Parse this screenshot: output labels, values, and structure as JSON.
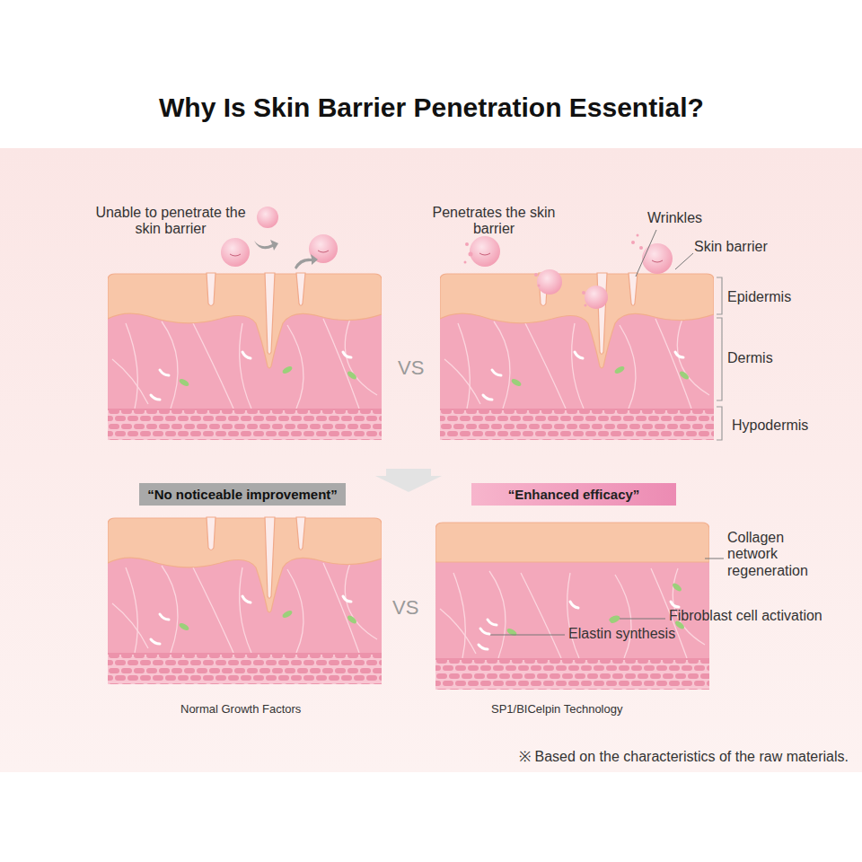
{
  "diagram": {
    "title": "Why Is Skin Barrier Penetration Essential?",
    "caption": "※ Based on the characteristics of the raw materials.",
    "nodes": [
      {
        "text": [
          "“No noticeable improvement”"
        ]
      },
      {
        "text": [
          "“Enhanced efficacy”"
        ]
      }
    ],
    "labels": [
      "Unable to penetrate the skin barrier",
      "Penetrates the skin barrier",
      "Wrinkles",
      "Skin barrier",
      "Epidermis",
      "VS",
      "Dermis",
      "Hypodermis",
      "VS",
      "Collagen network regeneration",
      "Fibroblast cell activation",
      "Elastin synthesis",
      "Normal Growth Factors",
      "SP1/BICelpin Technology"
    ]
  }
}
